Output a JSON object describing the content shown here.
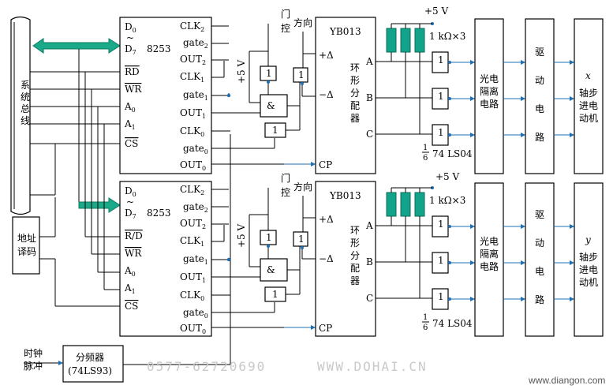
{
  "bus": {
    "label": "系统总线"
  },
  "decoder": {
    "label": "地址\n译码"
  },
  "clock": {
    "label": "时钟\n脉冲"
  },
  "divider": {
    "label": "分频器",
    "sub": "(74LS93)"
  },
  "chip8253": {
    "name": "8253",
    "left_pins": [
      "D0",
      "~",
      "D7",
      "RD",
      "WR",
      "A0",
      "A1",
      "CS"
    ],
    "left_pins_bottom": [
      "D0",
      "~",
      "D7",
      "R/D",
      "WR",
      "A0",
      "A1",
      "CS"
    ],
    "right_pins": [
      "CLK2",
      "gate2",
      "OUT2",
      "CLK1",
      "gate1",
      "OUT1",
      "CLK0",
      "gate0",
      "OUT0"
    ]
  },
  "plus5v": "+5 V",
  "gate_label": "门\n控",
  "dir_label": "方向",
  "gate_one": "1",
  "gate_and": "&",
  "yb013": {
    "name": "YB013",
    "inputs": [
      "+Δ",
      "−Δ",
      "CP"
    ],
    "body": "环\n形\n分\n配\n器",
    "outputs": [
      "A",
      "B",
      "C"
    ]
  },
  "resistor": "1 kΩ×3",
  "inverter": {
    "frac_num": "1",
    "frac_den": "6",
    "part": "74 LS04"
  },
  "opto": "光电\n隔离\n电路",
  "drive": "驱\n动\n电\n路",
  "motor_x": {
    "axis": "x",
    "label": "轴步\n进电\n动机"
  },
  "motor_y": {
    "axis": "y",
    "label": "轴步\n进电\n动机"
  },
  "watermark_phone": "0577-62720690",
  "watermark_site": "WWW.DOHAI.CN",
  "watermark_site2": "www.diangon.com"
}
